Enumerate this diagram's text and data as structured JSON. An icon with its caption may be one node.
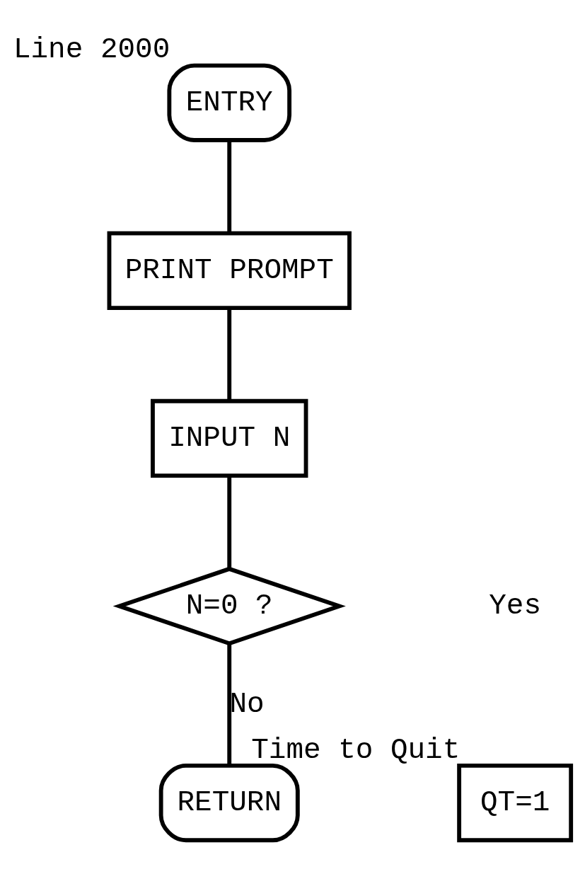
{
  "diagram": {
    "nodes": [
      {
        "text": [
          "ENTRY"
        ],
        "beside": [
          "Line 2000"
        ]
      },
      {
        "text": [
          "PRINT PROMPT"
        ]
      },
      {
        "text": [
          "INPUT N"
        ]
      },
      {
        "text": [
          "N=0 ?"
        ]
      },
      {
        "text": [
          "QT=1"
        ],
        "beside": [
          "Time to Quit"
        ]
      },
      {
        "text": [
          "RETURN"
        ]
      }
    ],
    "edges": [
      {
        "from": 0,
        "to": 1,
        "arrow": "none"
      },
      {
        "from": 1,
        "to": 2,
        "arrow": "none"
      },
      {
        "from": 2,
        "to": 3,
        "arrow": "none"
      },
      {
        "from": 3,
        "to": 5,
        "arrow": "none",
        "label": "No"
      }
    ],
    "labels": [
      "Yes"
    ]
  }
}
